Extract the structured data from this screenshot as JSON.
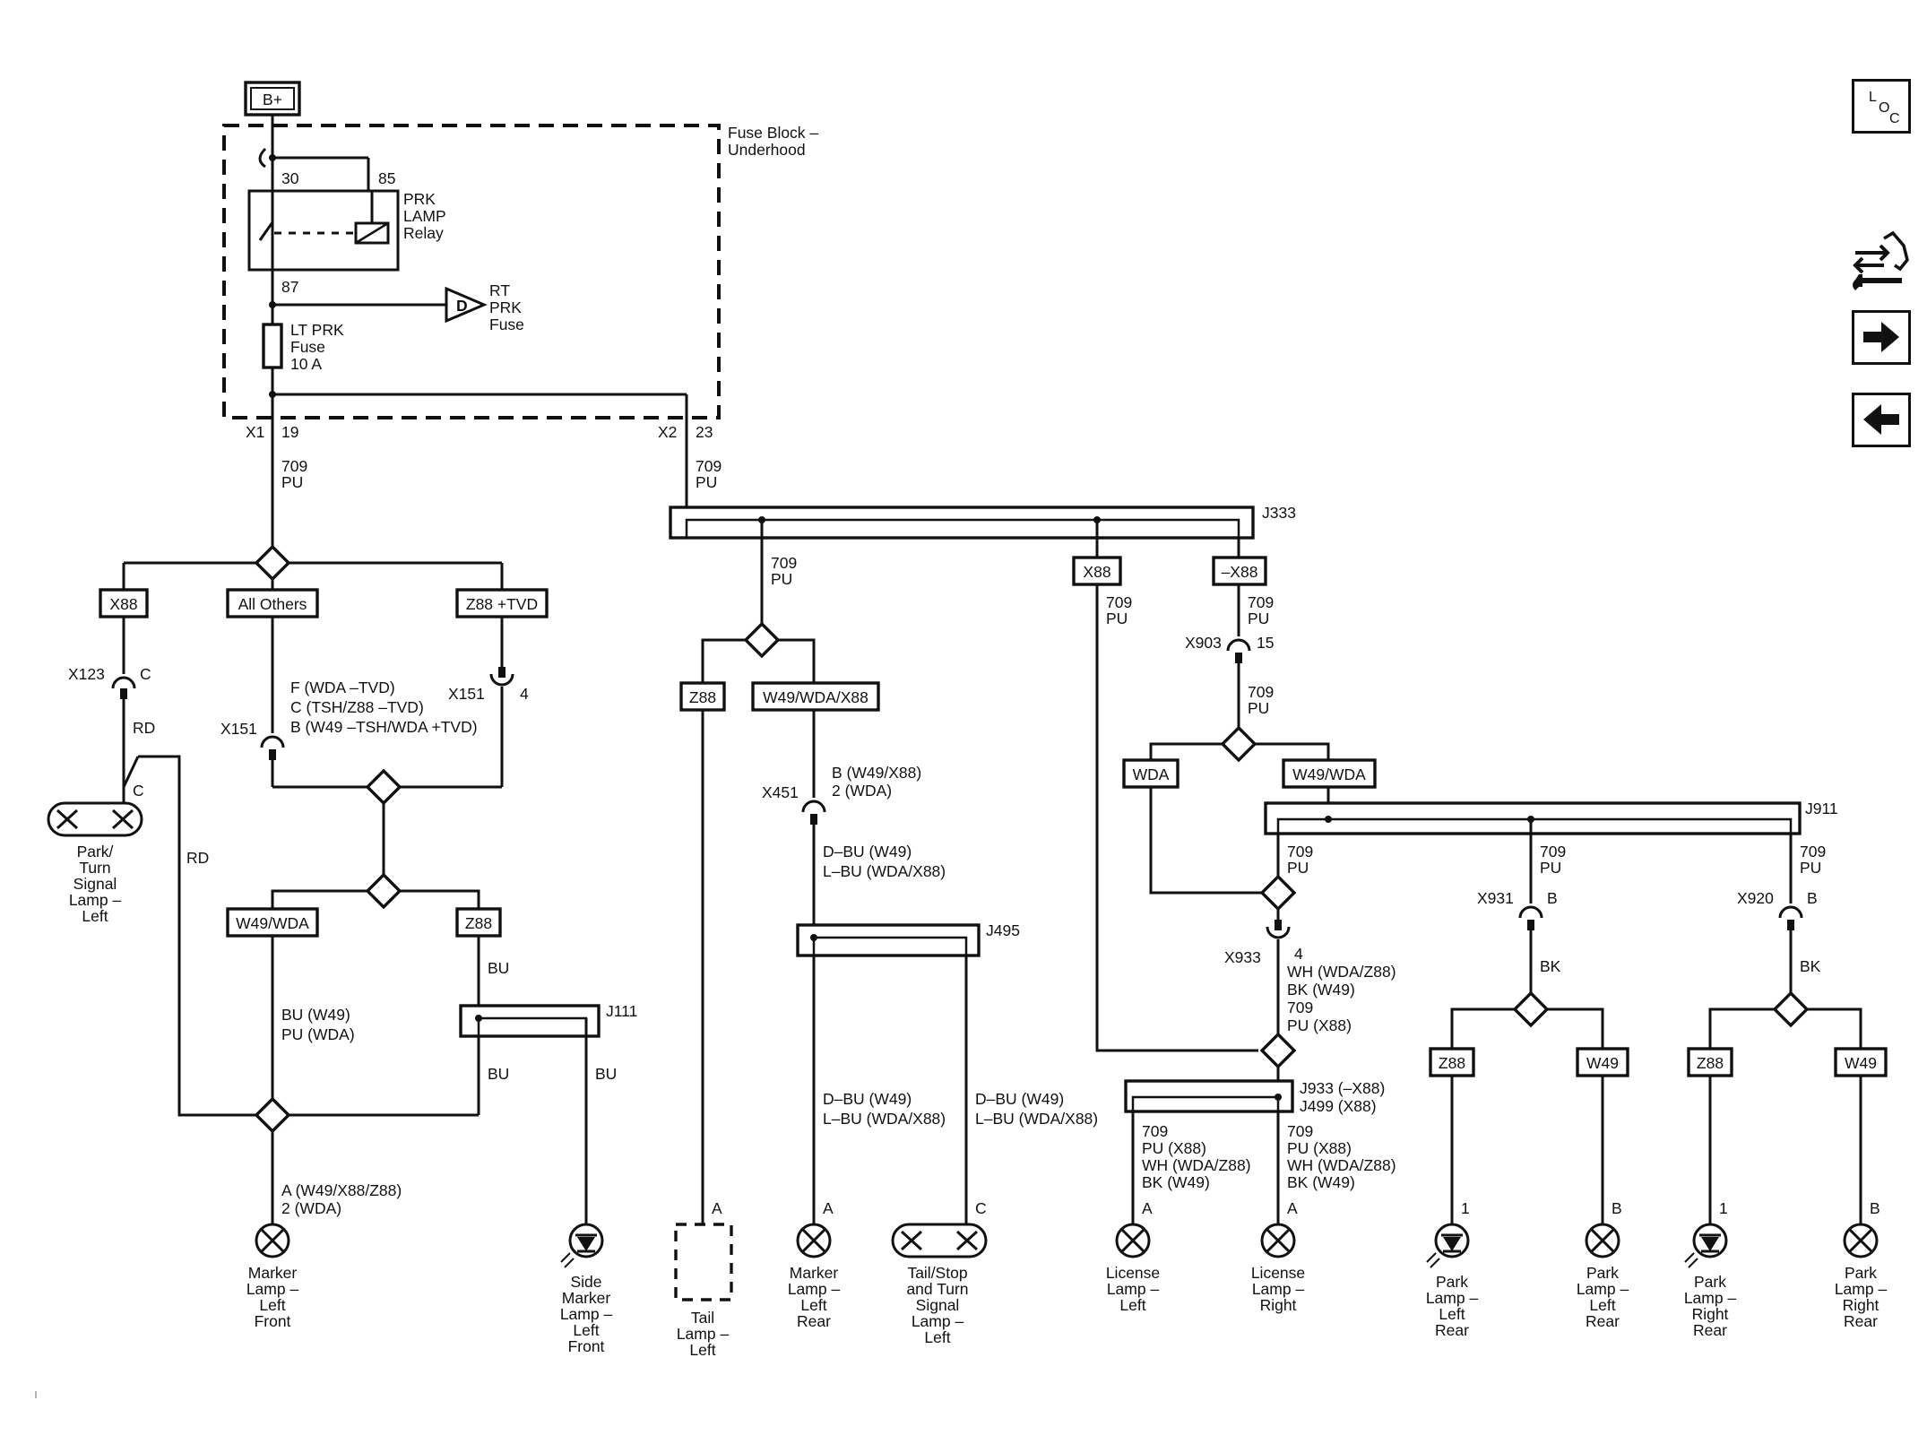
{
  "supply": {
    "label": "B+"
  },
  "fuse_block": {
    "line1": "Fuse Block –",
    "line2": "Underhood"
  },
  "relay": {
    "pin30": "30",
    "pin85": "85",
    "pin87": "87",
    "line1": "PRK",
    "line2": "LAMP",
    "line3": "Relay"
  },
  "rt_fuse": {
    "tag": "D",
    "line1": "RT",
    "line2": "PRK",
    "line3": "Fuse"
  },
  "lt_fuse": {
    "line1": "LT PRK",
    "line2": "Fuse",
    "line3": "10 A"
  },
  "connectors": {
    "x1": "X1",
    "x1_pin": "19",
    "x2": "X2",
    "x2_pin": "23",
    "x123": "X123",
    "x123_pin": "C",
    "x151_left": "X151",
    "x151_right": "X151",
    "x151_right_pin": "4",
    "x451": "X451",
    "x903": "X903",
    "x903_pin": "15",
    "x933": "X933",
    "x933_pin": "4",
    "x931": "X931",
    "x931_pin": "B",
    "x920": "X920",
    "x920_pin": "B"
  },
  "wires": {
    "circuit": "709",
    "color_pu": "PU",
    "rd": "RD",
    "bu": "BU",
    "bk": "BK",
    "pu_x88": "PU (X88)",
    "bu_w49": "BU (W49)",
    "pu_wda": "PU (WDA)",
    "dbu_w49": "D–BU (W49)",
    "lbu_wda_x88": "L–BU (WDA/X88)",
    "wh_wda_z88": "WH (WDA/Z88)",
    "bk_w49": "BK (W49)"
  },
  "pins": {
    "x151_f": "F (WDA –TVD)",
    "x151_c": "C (TSH/Z88 –TVD)",
    "x151_b": "B (W49 –TSH/WDA +TVD)",
    "x451_b": "B (W49/X88)",
    "x451_2": "2 (WDA)",
    "marker_a": "A (W49/X88/Z88)",
    "marker_2": "2 (WDA)",
    "a": "A",
    "b": "B",
    "c": "C",
    "one": "1"
  },
  "options": {
    "x88": "X88",
    "all_others": "All Others",
    "z88_tvd": "Z88 +TVD",
    "w49_wda": "W49/WDA",
    "z88": "Z88",
    "w49_wda_x88": "W49/WDA/X88",
    "neg_x88": "–X88",
    "wda": "WDA",
    "w49": "W49"
  },
  "splices": {
    "j333": "J333",
    "j111": "J111",
    "j495": "J495",
    "j911": "J911",
    "j933": "J933 (–X88)",
    "j499": "J499 (X88)"
  },
  "lamps": {
    "park_turn_left": [
      "Park/",
      "Turn",
      "Signal",
      "Lamp –",
      "Left"
    ],
    "marker_left_front": [
      "Marker",
      "Lamp –",
      "Left",
      "Front"
    ],
    "side_marker_left_front": [
      "Side",
      "Marker",
      "Lamp –",
      "Left",
      "Front"
    ],
    "tail_left": [
      "Tail",
      "Lamp –",
      "Left"
    ],
    "marker_left_rear": [
      "Marker",
      "Lamp –",
      "Left",
      "Rear"
    ],
    "tail_stop_turn_left": [
      "Tail/Stop",
      "and Turn",
      "Signal",
      "Lamp –",
      "Left"
    ],
    "license_left": [
      "License",
      "Lamp –",
      "Left"
    ],
    "license_right": [
      "License",
      "Lamp –",
      "Right"
    ],
    "park_left_rear_1": [
      "Park",
      "Lamp –",
      "Left",
      "Rear"
    ],
    "park_left_rear_2": [
      "Park",
      "Lamp –",
      "Left",
      "Rear"
    ],
    "park_right_rear_1": [
      "Park",
      "Lamp –",
      "Right",
      "Rear"
    ],
    "park_right_rear_2": [
      "Park",
      "Lamp –",
      "Right",
      "Rear"
    ]
  },
  "nav": {
    "loc_l": "L",
    "loc_o": "O",
    "loc_c": "C",
    "diag_icon": "wrench-car-icon",
    "next_icon": "arrow-right-icon",
    "prev_icon": "arrow-left-icon"
  }
}
